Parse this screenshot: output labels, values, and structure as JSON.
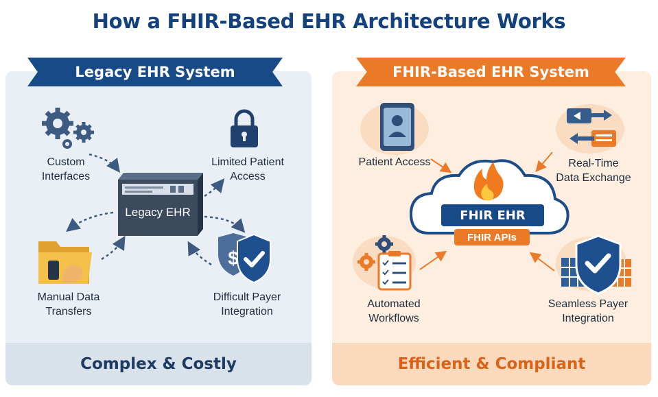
{
  "title": "How a FHIR-Based EHR Architecture Works",
  "legacy": {
    "heading": "Legacy EHR System",
    "center": "Legacy EHR",
    "custom_interfaces": [
      "Custom",
      "Interfaces"
    ],
    "limited_access": [
      "Limited Patient",
      "Access"
    ],
    "manual_transfers": [
      "Manual Data",
      "Transfers"
    ],
    "payer_integration": [
      "Difficult Payer",
      "Integration"
    ],
    "footer": "Complex & Costly"
  },
  "fhir": {
    "heading": "FHIR-Based EHR System",
    "center": "FHIR EHR",
    "apis": "FHIR APIs",
    "patient_access": "Patient Access",
    "realtime": [
      "Real-Time",
      "Data Exchange"
    ],
    "workflows": [
      "Automated",
      "Workflows"
    ],
    "payer_integration": [
      "Seamless Payer",
      "Integration"
    ],
    "footer": "Efficient & Compliant"
  },
  "colors": {
    "navy": "#174a87",
    "orange": "#eb7a28",
    "steel": "#3d5a80"
  }
}
